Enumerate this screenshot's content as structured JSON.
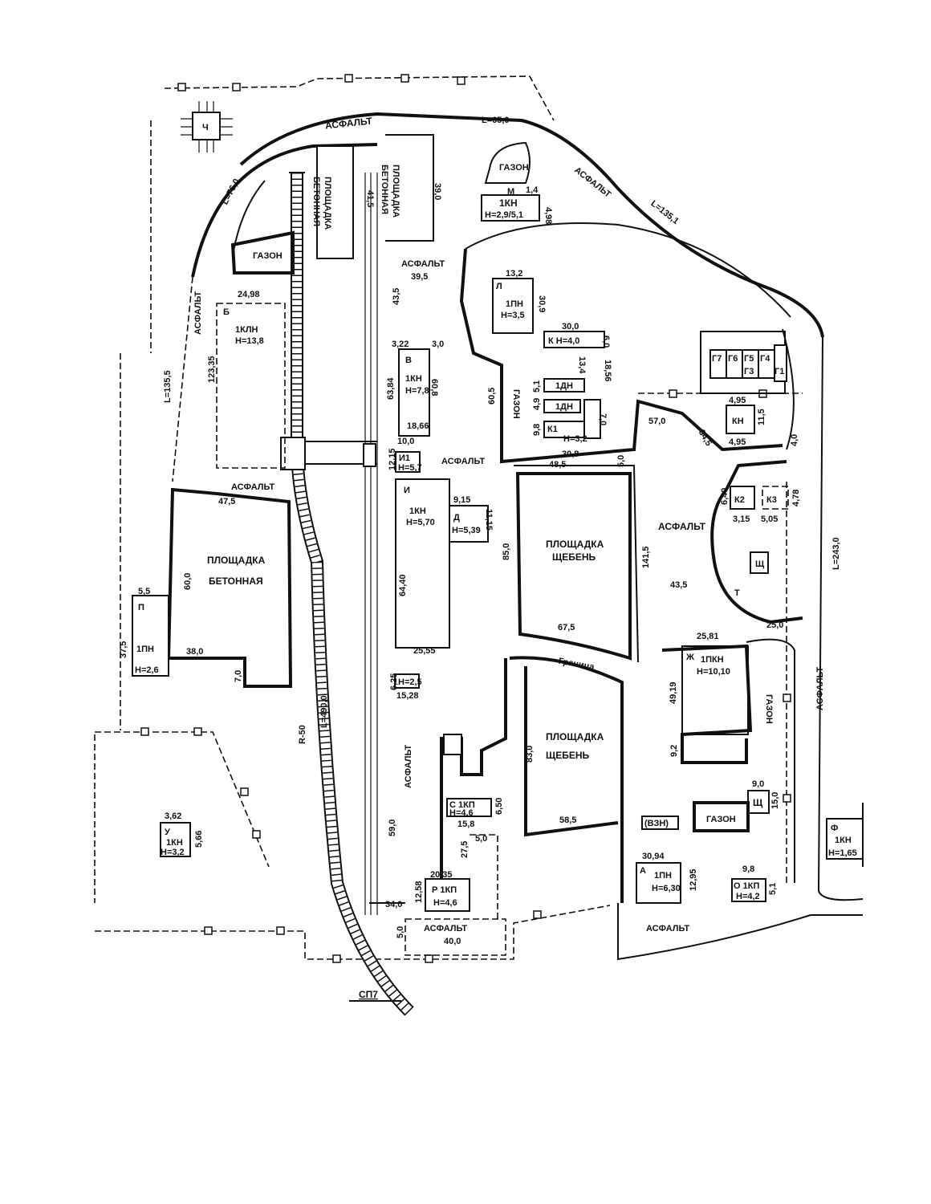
{
  "labels": {
    "asphalt_top": "АСФАЛЬТ",
    "road_top_length": "L=65,0",
    "asphalt_ne": "АСФАЛЬТ",
    "road_ne_length": "L=135,1",
    "road_nw_length": "L=76,0",
    "substation_ch": "Ч",
    "pad_concrete_1_a": "ПЛОЩАДКА",
    "pad_concrete_1_b": "БЕТОННАЯ",
    "pad_concrete_1_dim": "41,5",
    "pad_concrete_2_a": "ПЛОЩАДКА",
    "pad_concrete_2_b": "БЕТОННАЯ",
    "pad_concrete_2_dim": "39,0",
    "lawn_top": "ГАЗОН",
    "bld_m_letter": "М",
    "bld_m_type": "1КН",
    "bld_m_height": "H=2,9/5,1",
    "bld_m_dim1": "1,4",
    "bld_m_dim2": "4,98",
    "lawn_nw": "ГАЗОН",
    "asphalt_center": "АСФАЛЬТ",
    "asphalt_center_dim": "39,5",
    "dim_43_5": "43,5",
    "bld_b_width": "24,98",
    "bld_b_letter": "Б",
    "bld_b_type": "1КЛН",
    "bld_b_height": "H=13,8",
    "bld_b_length": "123,35",
    "asphalt_west": "АСФАЛЬТ",
    "road_west_length": "L=135,5",
    "bld_l_width": "13,2",
    "bld_l_letter": "Л",
    "bld_l_type": "1ПН",
    "bld_l_height": "H=3,5",
    "bld_l_length": "30,9",
    "bld_k_width": "30,0",
    "bld_k_label": "К   H=4,0",
    "bld_k_dim": "6,0",
    "dim_13_4": "13,4",
    "dim_18_56": "18,56",
    "bld_dn1": "1ДН",
    "bld_dn2": "1ДН",
    "dim_5_1": "5,1",
    "dim_4_9": "4,9",
    "dim_9_8": "9,8",
    "bld_k1_letter": "К1",
    "bld_k1_height": "H=3,2",
    "dim_7_0": "7,0",
    "dim_30_8": "30,8",
    "dim_48_5": "48,5",
    "dim_5_0": "5,0",
    "lawn_center": "ГАЗОН",
    "dim_60_5": "60,5",
    "dim_57_0": "57,0",
    "dim_34_5": "34,5",
    "bld_kn_top": "4,95",
    "bld_kn": "КН",
    "bld_kn_side": "11,5",
    "bld_kn_bottom": "4,95",
    "dim_4_0": "4,0",
    "garages": [
      "Г7",
      "Г6",
      "Г5",
      "Г4",
      "Г3",
      "Г1"
    ],
    "bld_v_dim1": "3,22",
    "bld_v_dim2": "3,0",
    "bld_v_letter": "В",
    "bld_v_type": "1КН",
    "bld_v_height": "H=7,8",
    "bld_v_len1": "63,84",
    "bld_v_len2": "60,8",
    "bld_v_width": "18,66",
    "bld_v_bottom": "10,0",
    "bld_i1_label": "И1",
    "bld_i1_height": "H=5,7",
    "bld_i1_dim": "12,15",
    "asphalt_mid": "АСФАЛЬТ",
    "asphalt_w2": "АСФАЛЬТ",
    "dim_47_5": "47,5",
    "bld_i_letter": "И",
    "bld_i_type": "1КН",
    "bld_i_height": "H=5,70",
    "bld_i_length": "64,40",
    "bld_d_width": "9,15",
    "bld_d_letter": "Д",
    "bld_d_height": "H=5,39",
    "bld_d_dim": "11,15",
    "bld_i_width": "25,55",
    "bld_small_dim": "6,25",
    "bld_small_height": "H=2,5",
    "bld_small_width": "15,28",
    "pad_gravel_1_a": "ПЛОЩАДКА",
    "pad_gravel_1_b": "ЩЕБЕНЬ",
    "pad_gravel_1_len": "85,0",
    "pad_gravel_1_width": "67,5",
    "dim_141_5": "141,5",
    "asphalt_east": "АСФАЛЬТ",
    "asphalt_east_dim": "43,5",
    "bld_k2_dim1": "6,40",
    "bld_k2": "К2",
    "bld_k2_width": "3,15",
    "bld_k3": "К3",
    "bld_k3_width": "5,05",
    "bld_k3_dim": "4,78",
    "substation_sch": "Щ",
    "point_t": "Т",
    "road_east_length": "L=243,0",
    "dim_25_0": "25,0",
    "pad_concrete_3_a": "ПЛОЩАДКА",
    "pad_concrete_3_b": "БЕТОННАЯ",
    "pad_concrete_3_len": "60,0",
    "pad_concrete_3_w": "38,0",
    "pad_concrete_3_d": "7,0",
    "bld_p_width": "5,5",
    "bld_p_letter": "П",
    "bld_p_type": "1ПН",
    "bld_p_height": "H=2,6",
    "bld_p_len": "37,5",
    "boundary": "Граница",
    "bld_zh_width": "25,81",
    "bld_zh_letter": "Ж",
    "bld_zh_type": "1ПКН",
    "bld_zh_height": "H=10,10",
    "bld_zh_len": "49,19",
    "bld_zh_dim": "9,2",
    "lawn_east": "ГАЗОН",
    "asphalt_east_road": "АСФАЛЬТ",
    "pad_gravel_2_a": "ПЛОЩАДКА",
    "pad_gravel_2_b": "ЩЕБЕНЬ",
    "pad_gravel_2_len": "83,0",
    "pad_gravel_2_width": "58,5",
    "rail_radius": "R-50",
    "rail_length": "L=490,0",
    "asphalt_sw": "АСФАЛЬТ",
    "dim_59_0": "59,0",
    "bld_s_label": "С 1КП",
    "bld_s_height": "H=4,6",
    "bld_s_dim": "6,50",
    "bld_s_width": "15,8",
    "bld_sch_width": "9,0",
    "bld_sch_letter": "Щ",
    "bld_sch_len": "15,0",
    "lawn_se": "ГАЗОН",
    "vzn": "(ВЗН)",
    "bld_u_width": "3,62",
    "bld_u_letter": "У",
    "bld_u_type": "1КН",
    "bld_u_height": "H=3,2",
    "bld_u_len": "5,66",
    "bld_f_letter": "Ф",
    "bld_f_type": "1КН",
    "bld_f_height": "H=1,65",
    "bld_a_width": "30,94",
    "bld_a_letter": "А",
    "bld_a_type": "1ПН",
    "bld_a_height": "H=6,30",
    "bld_a_len": "12,95",
    "bld_o_width": "9,8",
    "bld_o_label": "О 1КП",
    "bld_o_height": "H=4,2",
    "bld_o_dim": "5,1",
    "dim_5_0_b": "5,0",
    "dim_27_5": "27,5",
    "bld_r_width": "20,35",
    "bld_r_label": "Р 1КП",
    "bld_r_height": "H=4,6",
    "bld_r_len": "12,58",
    "dim_34_0": "34,0",
    "dim_5_0_c": "5,0",
    "asphalt_south": "АСФАЛЬТ",
    "asphalt_south_dim": "40,0",
    "asphalt_se": "АСФАЛЬТ",
    "sp7": "СП7"
  }
}
